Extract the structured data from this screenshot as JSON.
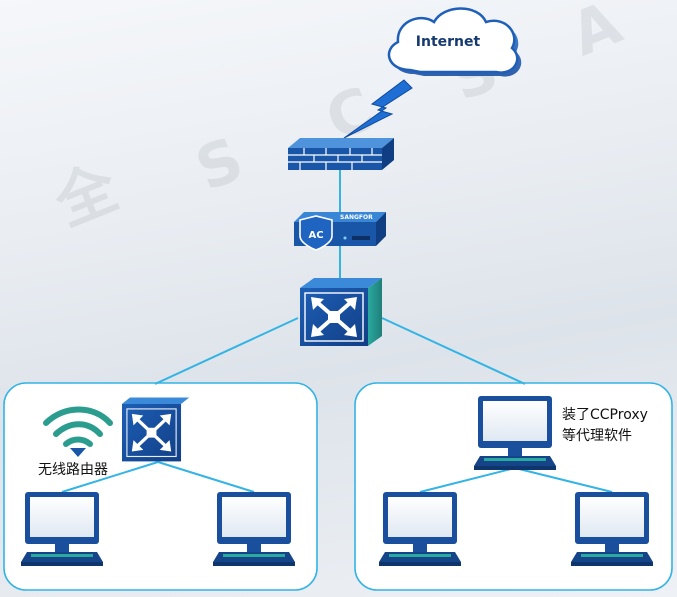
{
  "watermark": {
    "chars": [
      "全",
      "S",
      "C",
      "S",
      "A"
    ]
  },
  "internet": {
    "label": "Internet"
  },
  "firewall": {},
  "ac_device": {
    "badge": "AC",
    "brand": "SANGFOR"
  },
  "core_switch": {},
  "left_group": {
    "wireless_label": "无线路由器"
  },
  "right_group": {
    "proxy_label_line1": "装了CCProxy",
    "proxy_label_line2": "等代理软件"
  },
  "colors": {
    "link": "#33b4e4",
    "device_blue": "#1a56a8",
    "device_teal": "#2a9d8f",
    "wifi": "#2a9d8f"
  }
}
